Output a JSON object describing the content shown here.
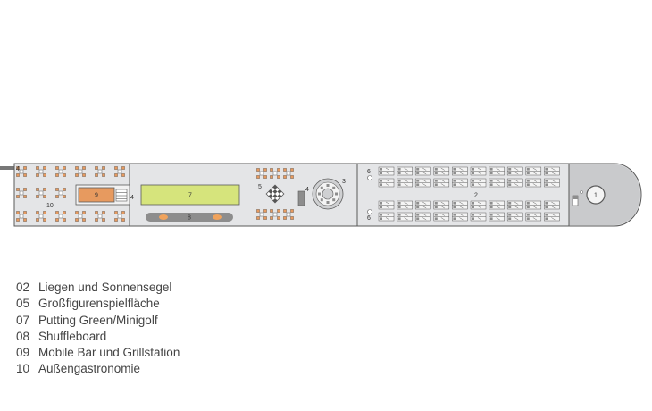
{
  "deck_plan": {
    "markers": {
      "stern_stair_left": "4",
      "pool_stairs": "4",
      "dining_area": "10",
      "bar_grill": "9",
      "putting_green": "7",
      "shuffleboard": "8",
      "chess": "5",
      "chess_side": "4",
      "round_bar": "3",
      "loungers": "2",
      "small_top": "6",
      "small_bottom": "6",
      "bow": "1"
    }
  },
  "legend": {
    "items": [
      {
        "num": "02",
        "label": "Liegen und Sonnensegel"
      },
      {
        "num": "05",
        "label": "Großfigurenspielfläche"
      },
      {
        "num": "07",
        "label": "Putting Green/Minigolf"
      },
      {
        "num": "08",
        "label": "Shuffleboard"
      },
      {
        "num": "09",
        "label": "Mobile Bar und Grillstation"
      },
      {
        "num": "10",
        "label": "Außengastronomie"
      }
    ]
  },
  "colors": {
    "deck": "#e4e5e7",
    "outline": "#5a5a5a",
    "putting_green": "#d6e47c",
    "bar_grill": "#e79a5f",
    "shuffleboard": "#8d8d8d",
    "shuffle_pads": "#f0a35c"
  }
}
